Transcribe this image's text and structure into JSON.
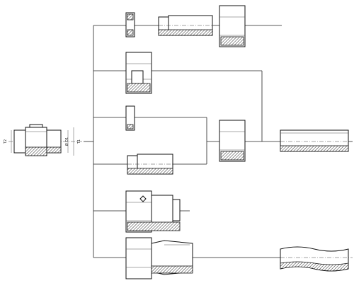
{
  "diagram": {
    "labels": {
      "t2": "T2",
      "t1": "T1",
      "bore": "Ø D1"
    }
  }
}
